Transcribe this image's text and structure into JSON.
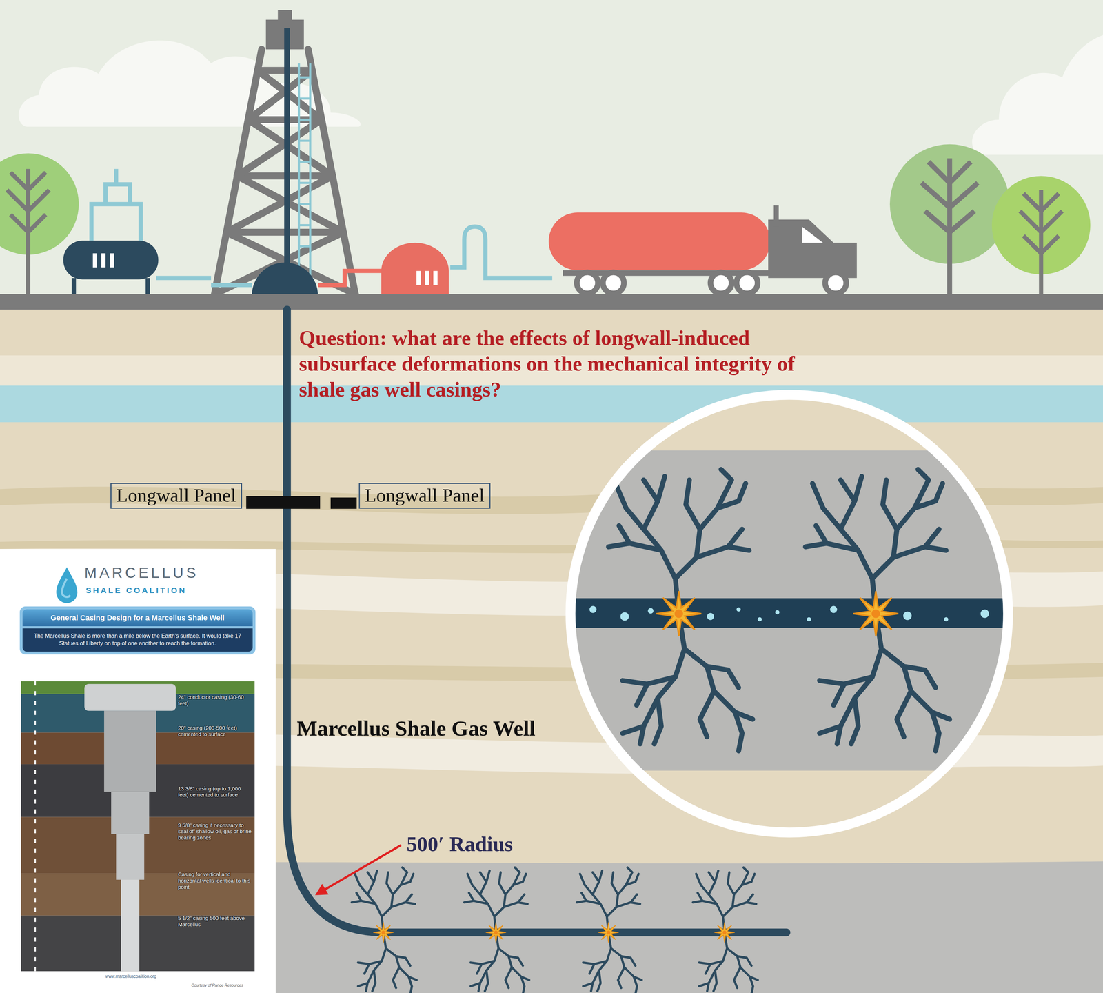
{
  "diagram": {
    "title": "Question: what are the effects of  longwall-induced subsurface deformations on the mechanical integrity of shale gas well casings?",
    "nodes": [
      {
        "text": [
          "Longwall Panel"
        ]
      },
      {
        "text": [
          "Longwall Panel"
        ]
      },
      {
        "text": [
          "MARCELLUS",
          "SHALE COALITION"
        ]
      },
      {
        "text": [
          "General Casing Design for a Marcellus Shale Well",
          "The Marcellus Shale is more than a mile below the Earth's surface. It would take 17 Statues of Liberty on top of one another to reach the formation."
        ],
        "in": 2
      }
    ],
    "labels": [
      "Marcellus Shale Gas Well",
      "500′ Radius",
      "24\" conductor casing (30-60 feet)",
      "20\" casing (200-500 feet) cemented to surface",
      "13 3/8\" casing (up to 1,000 feet) cemented to surface",
      "9 5/8\" casing if necessary to seal off shallow oil, gas or brine bearing zones",
      "Casing for vertical and horizontal wells identical to this point",
      "5 1/2\" casing 500 feet above Marcellus",
      "www.marcelluscoalition.org",
      "Courtesy of Range Resources"
    ]
  }
}
